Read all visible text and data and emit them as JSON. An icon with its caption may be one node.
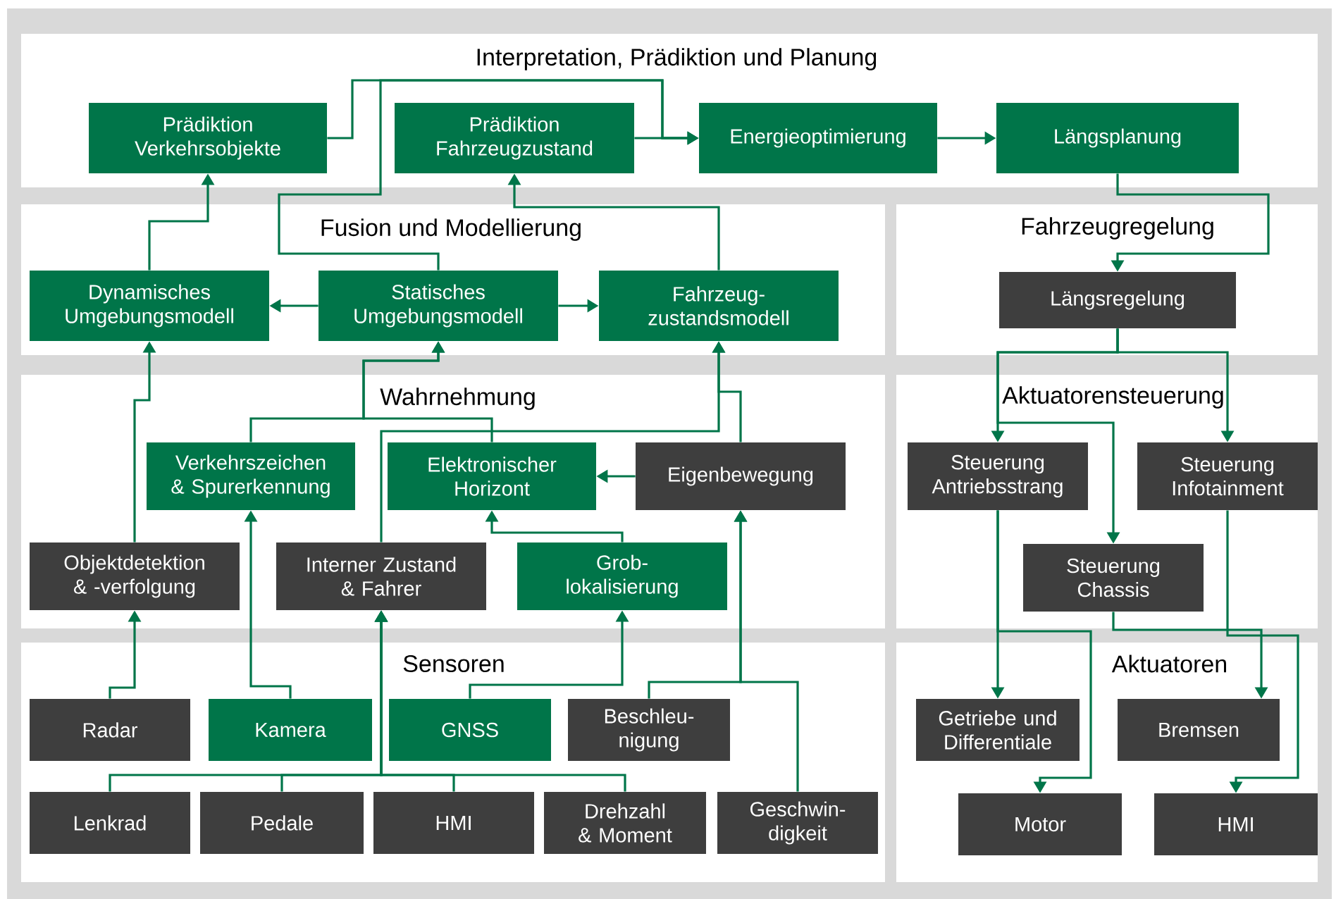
{
  "diagram": {
    "nodes": [
      {
        "text": [
          "Interpretation, Prädiktion und Planung"
        ]
      },
      {
        "text": [
          "Prädiktion Verkehrsobjekte"
        ],
        "in": 0
      },
      {
        "text": [
          "Prädiktion Fahrzeugzustand"
        ],
        "in": 0
      },
      {
        "text": [
          "Energieoptimierung"
        ],
        "in": 0
      },
      {
        "text": [
          "Längsplanung"
        ],
        "in": 0
      },
      {
        "text": [
          "Fusion und Modellierung"
        ]
      },
      {
        "text": [
          "Dynamisches Umgebungsmodell"
        ],
        "in": 5
      },
      {
        "text": [
          "Statisches Umgebungsmodell"
        ],
        "in": 5
      },
      {
        "text": [
          "Fahrzeug- zustandsmodell"
        ],
        "in": 5
      },
      {
        "text": [
          "Fahrzeugregelung"
        ]
      },
      {
        "text": [
          "Längsregelung"
        ],
        "in": 9
      },
      {
        "text": [
          "Wahrnehmung"
        ]
      },
      {
        "text": [
          "Verkehrszeichen & Spurerkennung"
        ],
        "in": 11
      },
      {
        "text": [
          "Elektronischer Horizont"
        ],
        "in": 11
      },
      {
        "text": [
          "Eigenbewegung"
        ],
        "in": 11
      },
      {
        "text": [
          "Objektdetektion & -verfolgung"
        ],
        "in": 11
      },
      {
        "text": [
          "Interner Zustand & Fahrer"
        ],
        "in": 11
      },
      {
        "text": [
          "Grob- lokalisierung"
        ],
        "in": 11
      },
      {
        "text": [
          "Aktuatorensteuerung"
        ]
      },
      {
        "text": [
          "Steuerung Antriebsstrang"
        ],
        "in": 18
      },
      {
        "text": [
          "Steuerung Infotainment"
        ],
        "in": 18
      },
      {
        "text": [
          "Steuerung Chassis"
        ],
        "in": 18
      },
      {
        "text": [
          "Sensoren"
        ]
      },
      {
        "text": [
          "Radar"
        ],
        "in": 22
      },
      {
        "text": [
          "Kamera"
        ],
        "in": 22
      },
      {
        "text": [
          "GNSS"
        ],
        "in": 22
      },
      {
        "text": [
          "Beschleu- nigung"
        ],
        "in": 22
      },
      {
        "text": [
          "Lenkrad"
        ],
        "in": 22
      },
      {
        "text": [
          "Pedale"
        ],
        "in": 22
      },
      {
        "text": [
          "HMI"
        ],
        "in": 22
      },
      {
        "text": [
          "Drehzahl & Moment"
        ],
        "in": 22
      },
      {
        "text": [
          "Geschwin- digkeit"
        ],
        "in": 22
      },
      {
        "text": [
          "Aktuatoren"
        ]
      },
      {
        "text": [
          "Getriebe und Differentiale"
        ],
        "in": 32
      },
      {
        "text": [
          "Bremsen"
        ],
        "in": 32
      },
      {
        "text": [
          "Motor"
        ],
        "in": 32
      },
      {
        "text": [
          "HMI"
        ],
        "in": 32
      }
    ],
    "edges": [
      {
        "from": 1,
        "to": 3,
        "arrow": "to"
      },
      {
        "from": 7,
        "to": 3,
        "arrow": "to"
      },
      {
        "from": 2,
        "to": 3,
        "arrow": "to"
      },
      {
        "from": 3,
        "to": 4,
        "arrow": "to"
      },
      {
        "from": 4,
        "to": 10,
        "arrow": "to"
      },
      {
        "from": 6,
        "to": 1,
        "arrow": "to"
      },
      {
        "from": 7,
        "to": 6,
        "arrow": "to"
      },
      {
        "from": 7,
        "to": 8,
        "arrow": "to"
      },
      {
        "from": 8,
        "to": 2,
        "arrow": "to"
      },
      {
        "from": 15,
        "to": 6,
        "arrow": "to"
      },
      {
        "from": 12,
        "to": 7,
        "arrow": "to"
      },
      {
        "from": 13,
        "to": 7,
        "arrow": "to"
      },
      {
        "from": 16,
        "to": 8,
        "arrow": "to"
      },
      {
        "from": 14,
        "to": 8,
        "arrow": "to"
      },
      {
        "from": 14,
        "to": 13,
        "arrow": "to"
      },
      {
        "from": 17,
        "to": 13,
        "arrow": "to"
      },
      {
        "from": 23,
        "to": 15,
        "arrow": "to"
      },
      {
        "from": 24,
        "to": 12,
        "arrow": "to"
      },
      {
        "from": 25,
        "to": 17,
        "arrow": "to"
      },
      {
        "from": 26,
        "to": 14,
        "arrow": "to"
      },
      {
        "from": 31,
        "to": 14,
        "arrow": "to"
      },
      {
        "from": 27,
        "to": 16,
        "arrow": "to"
      },
      {
        "from": 28,
        "to": 16,
        "arrow": "to"
      },
      {
        "from": 29,
        "to": 16,
        "arrow": "to"
      },
      {
        "from": 30,
        "to": 16,
        "arrow": "to"
      },
      {
        "from": 10,
        "to": 19,
        "arrow": "to"
      },
      {
        "from": 10,
        "to": 21,
        "arrow": "to"
      },
      {
        "from": 10,
        "to": 20,
        "arrow": "to"
      },
      {
        "from": 19,
        "to": 33,
        "arrow": "to"
      },
      {
        "from": 19,
        "to": 35,
        "arrow": "to"
      },
      {
        "from": 21,
        "to": 34,
        "arrow": "to"
      },
      {
        "from": 20,
        "to": 36,
        "arrow": "to"
      }
    ]
  }
}
